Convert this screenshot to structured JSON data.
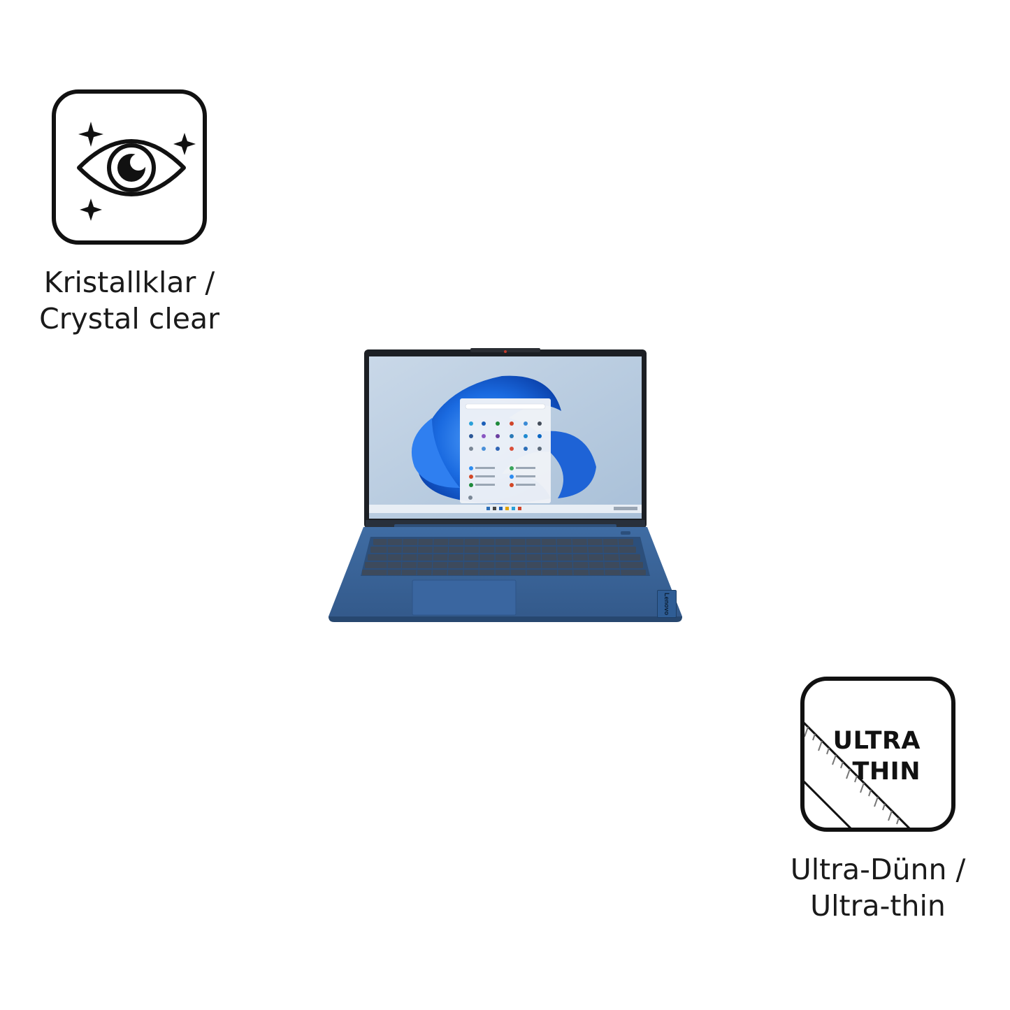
{
  "features": [
    {
      "id": "crystal-clear",
      "icon": "eye-sparkle-icon",
      "label_line1": "Kristallklar /",
      "label_line2": "Crystal clear"
    },
    {
      "id": "ultra-thin",
      "icon": "ruler-icon",
      "badge_line1": "ULTRA",
      "badge_line2": "THIN",
      "label_line1": "Ultra-Dünn /",
      "label_line2": "Ultra-thin"
    }
  ],
  "laptop": {
    "brand": "Lenovo",
    "body_color": "#3b679e",
    "os_icon": "windows-11-bloom"
  }
}
